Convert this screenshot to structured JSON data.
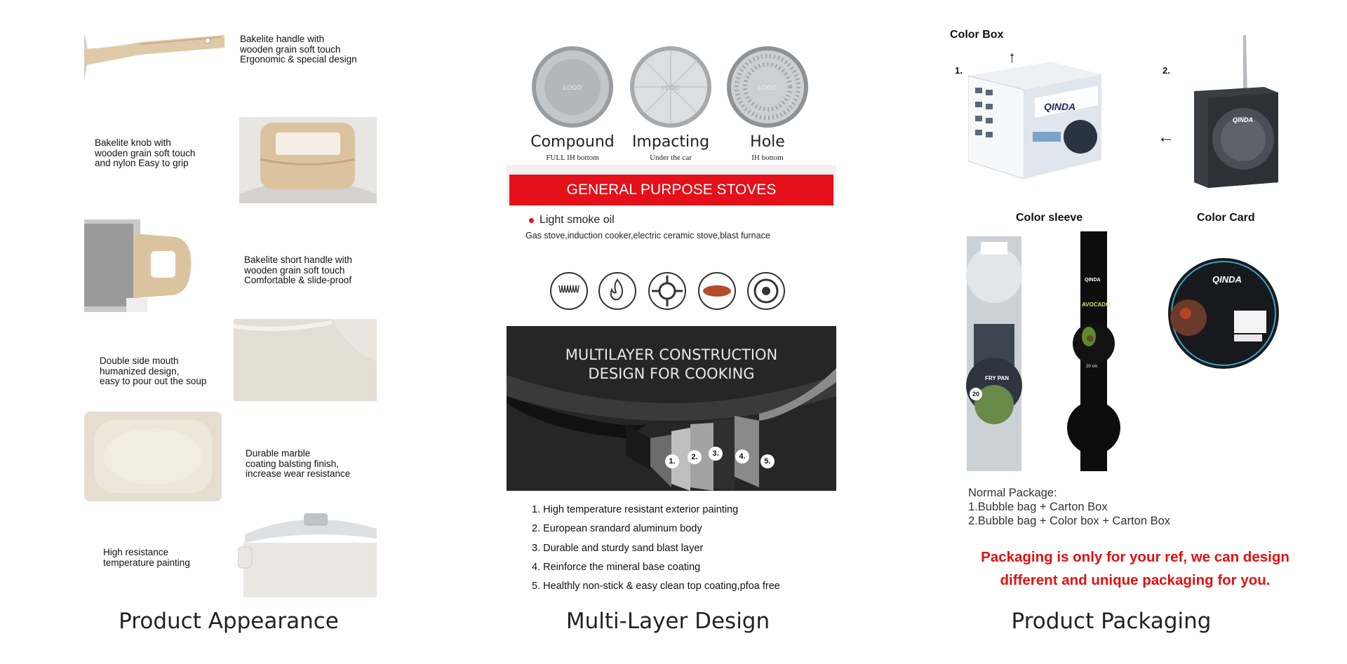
{
  "appearance": {
    "caption": "Product Appearance",
    "features": [
      [
        "Bakelite handle with",
        "wooden grain soft touch",
        "Ergonomic & special design"
      ],
      [
        "Bakelite knob with",
        "wooden grain soft touch",
        "and nylon Easy to grip"
      ],
      [
        "Bakelite short handle with",
        "wooden grain soft touch",
        "Comfortable & slide-proof"
      ],
      [
        "Double side mouth",
        "humanized design,",
        "easy to pour out the soup"
      ],
      [
        "Durable marble",
        "coating balsting finish,",
        "increase wear resistance"
      ],
      [
        "High resistance",
        "temperature painting"
      ]
    ]
  },
  "multilayer": {
    "caption": "Multi-Layer Design",
    "bottoms": [
      {
        "title": "Compound",
        "sub": "FULL IH bottom",
        "logo": "LOGO"
      },
      {
        "title": "Impacting",
        "sub": "Under the car",
        "logo": "LOGO"
      },
      {
        "title": "Hole",
        "sub": "IH bottom",
        "logo": "LOGO"
      }
    ],
    "banner": "GENERAL PURPOSE STOVES",
    "bullet": "Light smoke oil",
    "stoves": "Gas stove,induction cooker,electric ceramic stove,blast furnace",
    "stove_icons": [
      "induction-coil-icon",
      "flame-icon",
      "gas-burner-icon",
      "ceramic-plate-icon",
      "hob-ring-icon"
    ],
    "construction_title": [
      "MULTILAYER CONSTRUCTION",
      "DESIGN FOR COOKING"
    ],
    "layer_numbers": [
      "1.",
      "2.",
      "3.",
      "4.",
      "5."
    ],
    "layers": [
      "1. High temperature resistant exterior painting",
      "2. European srandard aluminum body",
      "3. Durable and sturdy sand blast layer",
      "4. Reinforce the mineral base coating",
      "5. Healthly non-stick & easy clean top coating,pfoa free"
    ]
  },
  "packaging": {
    "caption": "Product Packaging",
    "color_box": "Color Box",
    "num1": "1.",
    "num2": "2.",
    "color_sleeve": "Color sleeve",
    "color_card": "Color Card",
    "brand": "QINDA",
    "sleeve1_label": "FRY PAN",
    "sleeve1_size": "20",
    "sleeve2_label": "AVOCADO",
    "sleeve2_size": "20 cm",
    "normal_title": "Normal Package:",
    "normal_lines": [
      "1.Bubble bag + Carton Box",
      "2.Bubble bag + Color box + Carton Box"
    ],
    "ref_lines": [
      "Packaging is only for your ref, we can design",
      "different and unique packaging for you."
    ],
    "accent": "#e31010"
  }
}
